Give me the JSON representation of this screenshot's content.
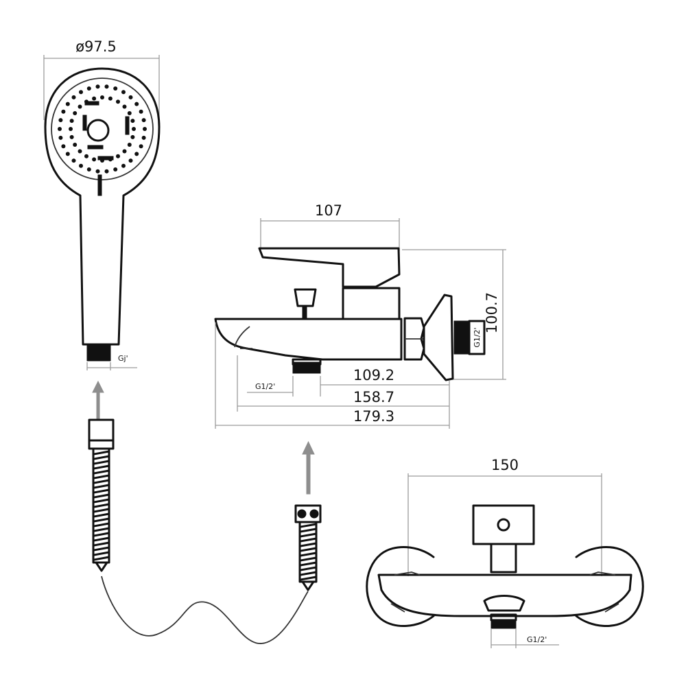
{
  "hand_shower": {
    "diameter_label": "ø97.5",
    "thread_label": "Gj'"
  },
  "side_view": {
    "width_label": "107",
    "height_label": "100.7",
    "dim_1_label": "109.2",
    "dim_2_label": "158.7",
    "dim_3_label": "179.3",
    "outlet_thread_label": "G1/2'",
    "inlet_thread_label": "G1/2'"
  },
  "front_view": {
    "width_label": "150",
    "outlet_thread_label": "G1/2'"
  }
}
